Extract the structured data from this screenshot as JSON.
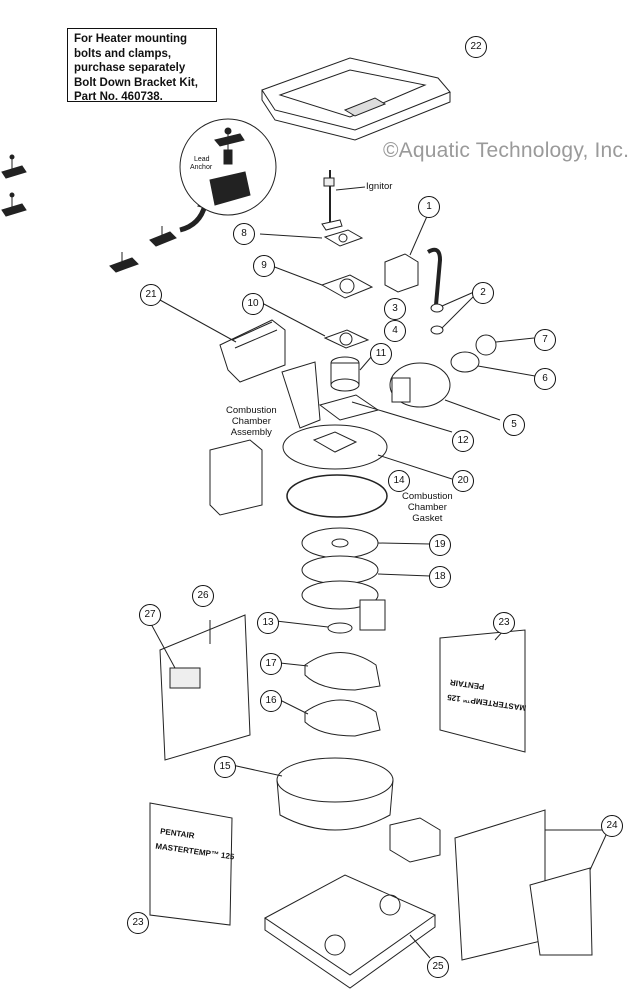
{
  "note": {
    "lines": [
      "For Heater mounting",
      "bolts and clamps,",
      "purchase separately",
      "Bolt Down Bracket Kit,",
      "Part No. 460738."
    ]
  },
  "watermark": "©Aquatic Technology, Inc.",
  "labels": {
    "ignitor": "Ignitor",
    "lead": "Lead",
    "anchor": "Anchor",
    "combustion_chamber_assembly": [
      "Combustion",
      "Chamber",
      "Assembly"
    ],
    "combustion_chamber_gasket": [
      "Combustion",
      "Chamber",
      "Gasket"
    ]
  },
  "part_numbers": [
    "1",
    "2",
    "3",
    "4",
    "5",
    "6",
    "7",
    "8",
    "9",
    "10",
    "11",
    "12",
    "13",
    "14",
    "15",
    "16",
    "17",
    "18",
    "19",
    "20",
    "21",
    "22",
    "23",
    "23",
    "24",
    "25",
    "26",
    "27"
  ],
  "panel_text": {
    "brand": "PENTAIR",
    "model": "MASTERTEMP™ 125"
  }
}
